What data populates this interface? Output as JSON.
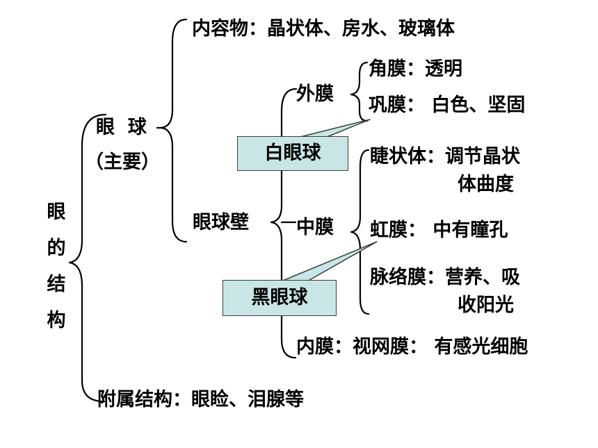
{
  "root": {
    "chars": [
      "眼",
      "的",
      "结",
      "构"
    ]
  },
  "eyeball": {
    "label": "眼  球",
    "sub": "（主要）"
  },
  "contents": {
    "text": "内容物：晶状体、房水、玻璃体"
  },
  "wall": {
    "label": "眼球壁"
  },
  "outer": {
    "label": "外膜",
    "cornea": "角膜：透明",
    "sclera": "巩膜： 白色、坚固",
    "callout": "白眼球"
  },
  "middle": {
    "label": "中膜",
    "ciliary_1": "睫状体：调节晶状",
    "ciliary_2": "体曲度",
    "iris": "虹膜： 中有瞳孔",
    "choroid_1": "脉络膜：营养、吸",
    "choroid_2": "收阳光",
    "callout": "黑眼球"
  },
  "inner": {
    "text": "内膜：视网膜： 有感光细胞"
  },
  "accessory": {
    "text": "附属结构：眼睑、泪腺等"
  },
  "colors": {
    "callout_fill": "#c9e6e6",
    "line": "#000000"
  }
}
